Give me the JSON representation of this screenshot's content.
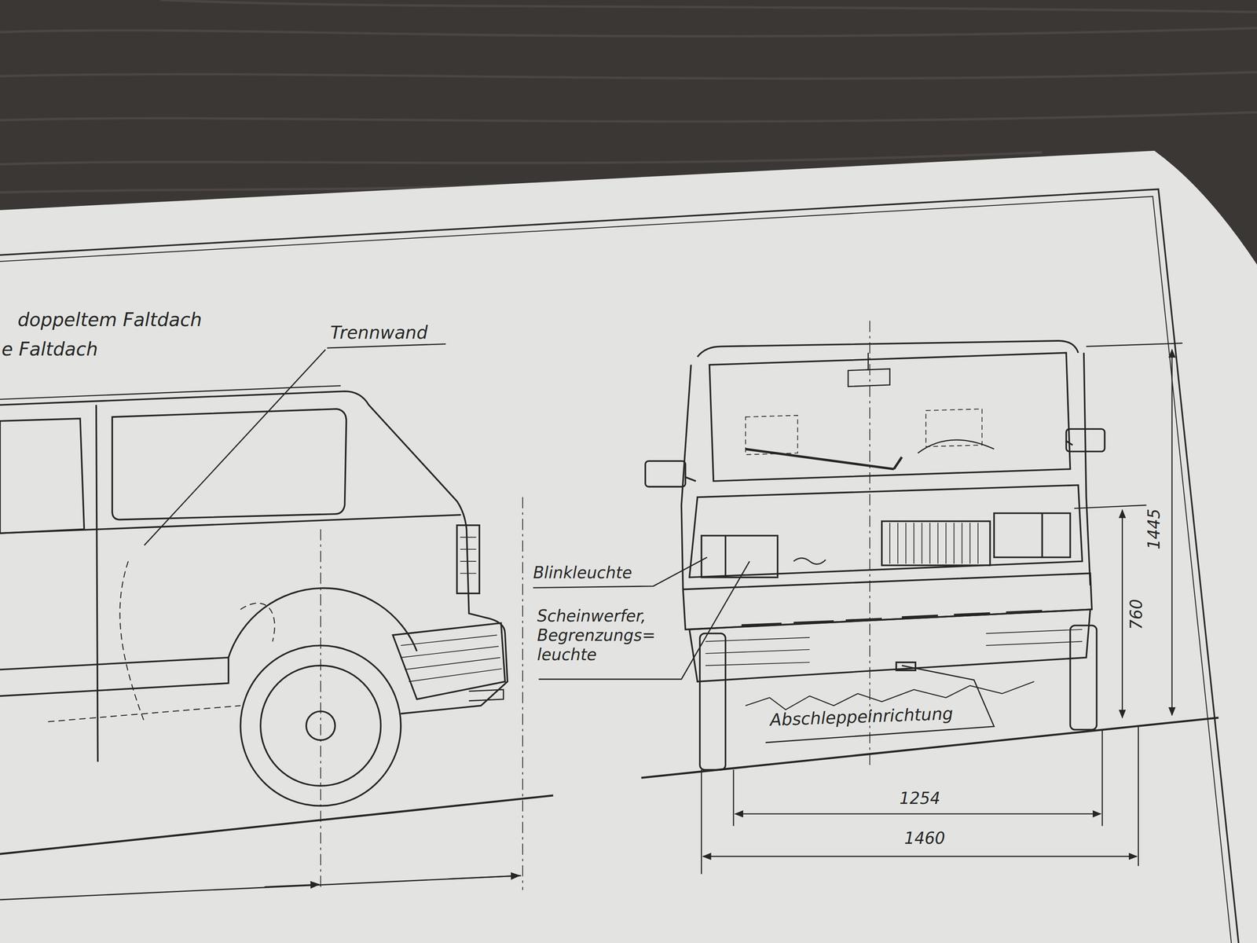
{
  "diagram": {
    "labels": [
      "doppeltem Faltdach",
      "e Faltdach",
      "Trennwand",
      "Blinkleuchte",
      "Scheinwerfer, Begrenzungs= leuchte",
      "Abschleppeinrichtung",
      "1445",
      "760",
      "1254",
      "1460"
    ]
  }
}
